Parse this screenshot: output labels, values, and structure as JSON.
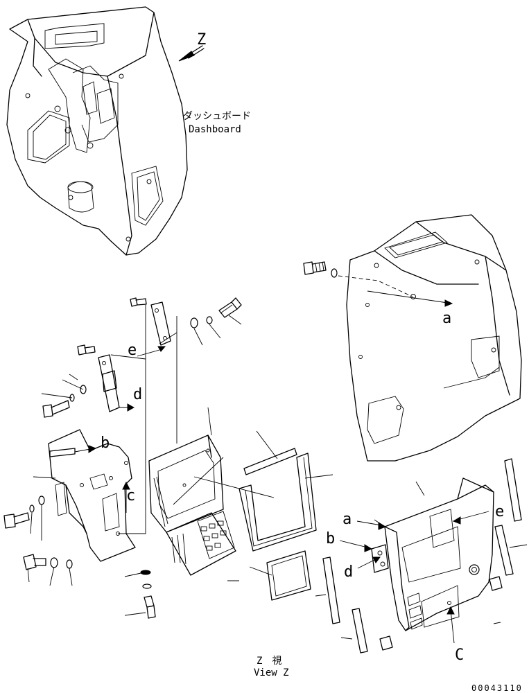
{
  "labels": {
    "z_marker": "Z",
    "dashboard_jp": "ダッシュボード",
    "dashboard_en": "Dashboard",
    "view_jp": "Z　視",
    "view_en": "View Z",
    "drawing_number": "00043110"
  },
  "callouts": {
    "a_top": "a",
    "e_left": "e",
    "d_left": "d",
    "b_left": "b",
    "c_left": "c",
    "a_right": "a",
    "b_right": "b",
    "d_right": "d",
    "e_right": "e",
    "c_right": "C"
  }
}
